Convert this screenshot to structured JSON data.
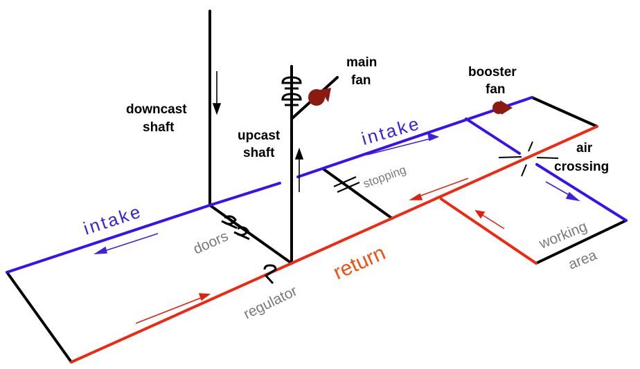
{
  "colors": {
    "intake": "#3a10f0",
    "return": "#f02810",
    "structure": "#000000",
    "label_gray": "#7a7a7a",
    "fan": "#8b1a10",
    "intake_arrow": "#4020e0",
    "return_arrow": "#e02010"
  },
  "labels": {
    "downcast_shaft_line1": "downcast",
    "downcast_shaft_line2": "shaft",
    "upcast_shaft_line1": "upcast",
    "upcast_shaft_line2": "shaft",
    "main_fan_line1": "main",
    "main_fan_line2": "fan",
    "booster_fan_line1": "booster",
    "booster_fan_line2": "fan",
    "air_crossing_line1": "air",
    "air_crossing_line2": "crossing",
    "intake_left": "intake",
    "intake_right": "intake",
    "doors": "doors",
    "regulator": "regulator",
    "return": "return",
    "stopping": "stopping",
    "working": "working",
    "area": "area"
  },
  "icons": {
    "main_fan": "fan-icon",
    "booster_fan": "fan-icon",
    "doors": "door-symbol-icon",
    "regulator": "regulator-symbol-icon",
    "stopping": "stopping-symbol-icon",
    "air_crossing": "air-crossing-symbol-icon"
  }
}
